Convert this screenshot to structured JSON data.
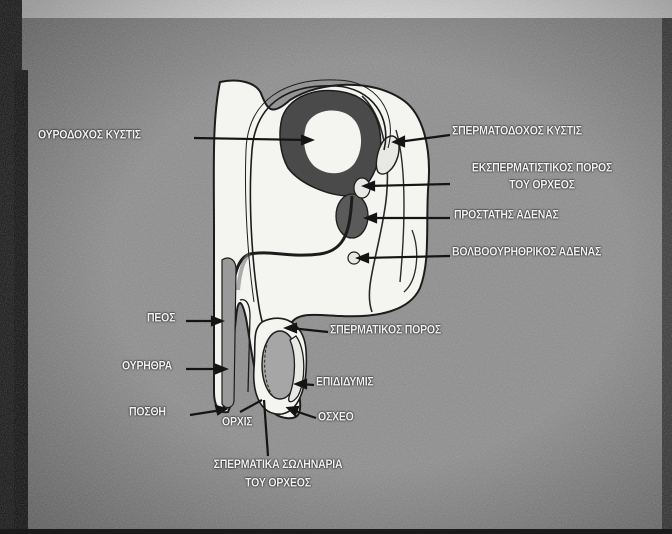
{
  "diagram": {
    "labels": {
      "bladder": "ΟΥΡΟΔΟΧΟΣ ΚΥΣΤΙΣ",
      "seminal_vesicle": "ΣΠΕΡΜΑΤΟΔΟΧΟΣ ΚΥΣΤΙΣ",
      "ejaculatory_duct_1": "ΕΚΣΠΕΡΜΑΤΙΣΤΙΚΟΣ ΠΟΡΟΣ",
      "ejaculatory_duct_2": "ΤΟΥ ΟΡΧΕΟΣ",
      "prostate": "ΠΡΟΣΤΑΤΗΣ ΑΔΕΝΑΣ",
      "bulbourethral": "ΒΟΛΒΟΟΥΡΗΘΡΙΚΟΣ ΑΔΕΝΑΣ",
      "penis": "ΠΕΟΣ",
      "vas_deferens": "ΣΠΕΡΜΑΤΙΚΟΣ ΠΟΡΟΣ",
      "urethra": "ΟΥΡΗΘΡΑ",
      "epididymis": "ΕΠΙΔΙΔΥΜΙΣ",
      "foreskin": "ΠΟΣΘΗ",
      "scrotum": "ΟΣΧΕΟ",
      "testis": "ΟΡΧΙΣ",
      "seminiferous_1": "ΣΠΕΡΜΑΤΙΚΑ ΣΩΛΗΝΑΡΙΑ",
      "seminiferous_2": "ΤΟΥ ΟΡΧΕΟΣ"
    },
    "colors": {
      "background": "#8c8c8c",
      "body_fill": "#f4f4f1",
      "bladder_wall": "#4a4a4a",
      "line": "#1c1c1c",
      "text": "#f2f2f2"
    }
  }
}
